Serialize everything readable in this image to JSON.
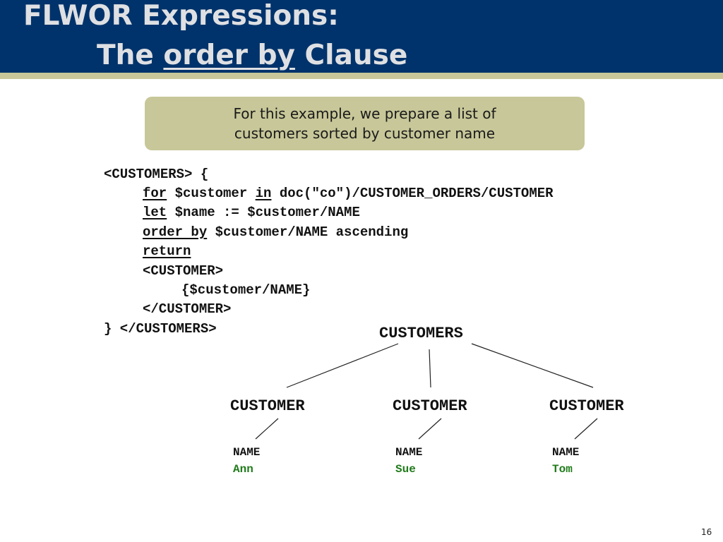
{
  "slide": {
    "title_line1": "FLWOR Expressions:",
    "title_line2_prefix": "The ",
    "title_line2_keyword": "order by",
    "title_line2_suffix": " Clause",
    "callout_line1": "For this example, we prepare a list of",
    "callout_line2": "customers sorted by customer name",
    "page_number": "16"
  },
  "code": {
    "l1": "<CUSTOMERS> {",
    "l2_kw1": "for",
    "l2_mid": " $customer ",
    "l2_kw2": "in",
    "l2_rest": " doc(\"co\")/CUSTOMER_ORDERS/CUSTOMER",
    "l3_kw": "let",
    "l3_rest": " $name := $customer/NAME",
    "l4_kw": "order by",
    "l4_rest": " $customer/NAME ascending",
    "l5_kw": "return",
    "l6": "<CUSTOMER>",
    "l7": "{$customer/NAME}",
    "l8": "</CUSTOMER>",
    "l9": "} </CUSTOMERS>"
  },
  "tree": {
    "root": "CUSTOMERS",
    "customers": [
      {
        "label": "CUSTOMER",
        "field": "NAME",
        "value": "Ann"
      },
      {
        "label": "CUSTOMER",
        "field": "NAME",
        "value": "Sue"
      },
      {
        "label": "CUSTOMER",
        "field": "NAME",
        "value": "Tom"
      }
    ],
    "value_color": "#207b1b"
  },
  "colors": {
    "header_bg": "#00336b",
    "header_rule": "#c9c79a",
    "callout_bg": "#c7c799"
  }
}
